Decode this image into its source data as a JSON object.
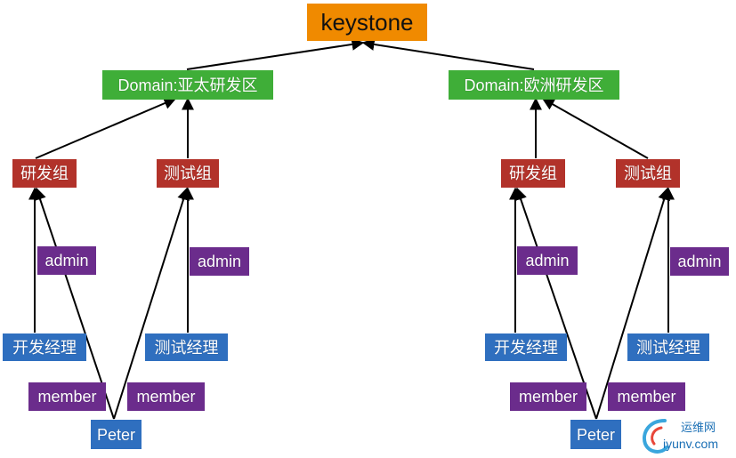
{
  "root": {
    "label": "keystone"
  },
  "domains": [
    {
      "label": "Domain:亚太研发区"
    },
    {
      "label": "Domain:欧洲研发区"
    }
  ],
  "groups": {
    "left_dev": "研发组",
    "left_test": "测试组",
    "right_dev": "研发组",
    "right_test": "测试组"
  },
  "roles": {
    "left_admin_1": "admin",
    "left_admin_2": "admin",
    "right_admin_1": "admin",
    "right_admin_2": "admin",
    "left_member_1": "member",
    "left_member_2": "member",
    "right_member_1": "member",
    "right_member_2": "member"
  },
  "users": {
    "left_dev_mgr": "开发经理",
    "left_test_mgr": "测试经理",
    "left_peter": "Peter",
    "right_dev_mgr": "开发经理",
    "right_test_mgr": "测试经理",
    "right_peter": "Peter"
  },
  "watermark": {
    "line1": "运维网",
    "line2": "iyunv.com"
  },
  "colors": {
    "root": "#f08a00",
    "domain": "#3fae38",
    "group": "#b2322a",
    "role": "#6b2c8c",
    "user": "#2f6fbf"
  }
}
